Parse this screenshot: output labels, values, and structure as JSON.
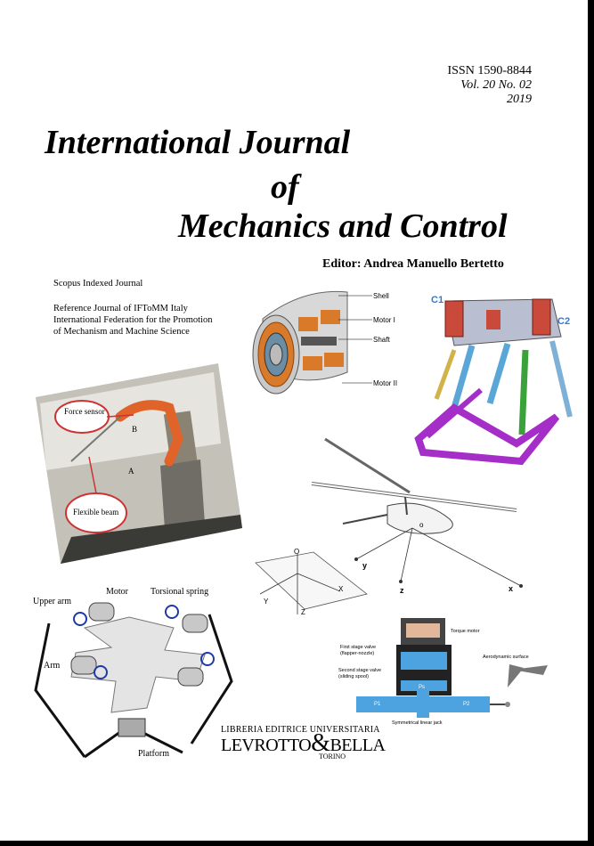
{
  "issue": {
    "issn": "ISSN 1590-8844",
    "volume": "Vol. 20 No. 02",
    "year": "2019"
  },
  "title": {
    "line1": "International Journal",
    "line2": "of",
    "line3": "Mechanics and Control"
  },
  "editor": "Editor:  Andrea Manuello Bertetto",
  "scopus": "Scopus Indexed Journal",
  "reference": {
    "line1": "Reference Journal of IFToMM Italy",
    "line2": "International Federation for the Promotion",
    "line3": "of Mechanism and Machine Science"
  },
  "figures": {
    "motor": {
      "shell": "Shell",
      "motor1": "Motor I",
      "shaft": "Shaft",
      "motor2": "Motor II"
    },
    "robot": {
      "force_sensor": "Force sensor",
      "flexible_beam": "Flexible beam",
      "point_a": "A",
      "point_b": "B"
    },
    "mechanism": {
      "c1": "C1",
      "c2": "C2"
    },
    "helicopter": {
      "o": "o",
      "y": "y",
      "z": "z",
      "x": "x"
    },
    "plate": {
      "o": "O",
      "x": "X",
      "y": "Y",
      "z": "Z"
    },
    "platform": {
      "upper_arm": "Upper arm",
      "motor": "Motor",
      "torsional_spring": "Torsional spring",
      "arm": "Arm",
      "platform": "Platform"
    },
    "servo": {
      "torque_motor": "Torque motor",
      "first_stage": "First stage valve",
      "first_stage_sub": "(flapper-nozzle)",
      "second_stage": "Second stage valve",
      "second_stage_sub": "(sliding spool)",
      "aero_surface": "Aerodynamic surface",
      "jack": "Symmetrical linear jack",
      "p1": "P1",
      "p2": "P2",
      "ps": "Ps"
    }
  },
  "publisher": {
    "top": "LIBRERIA EDITRICE UNIVERSITARIA",
    "left": "LEVROTTO",
    "amp": "&",
    "right": "BELLA",
    "bottom": "TORINO"
  }
}
